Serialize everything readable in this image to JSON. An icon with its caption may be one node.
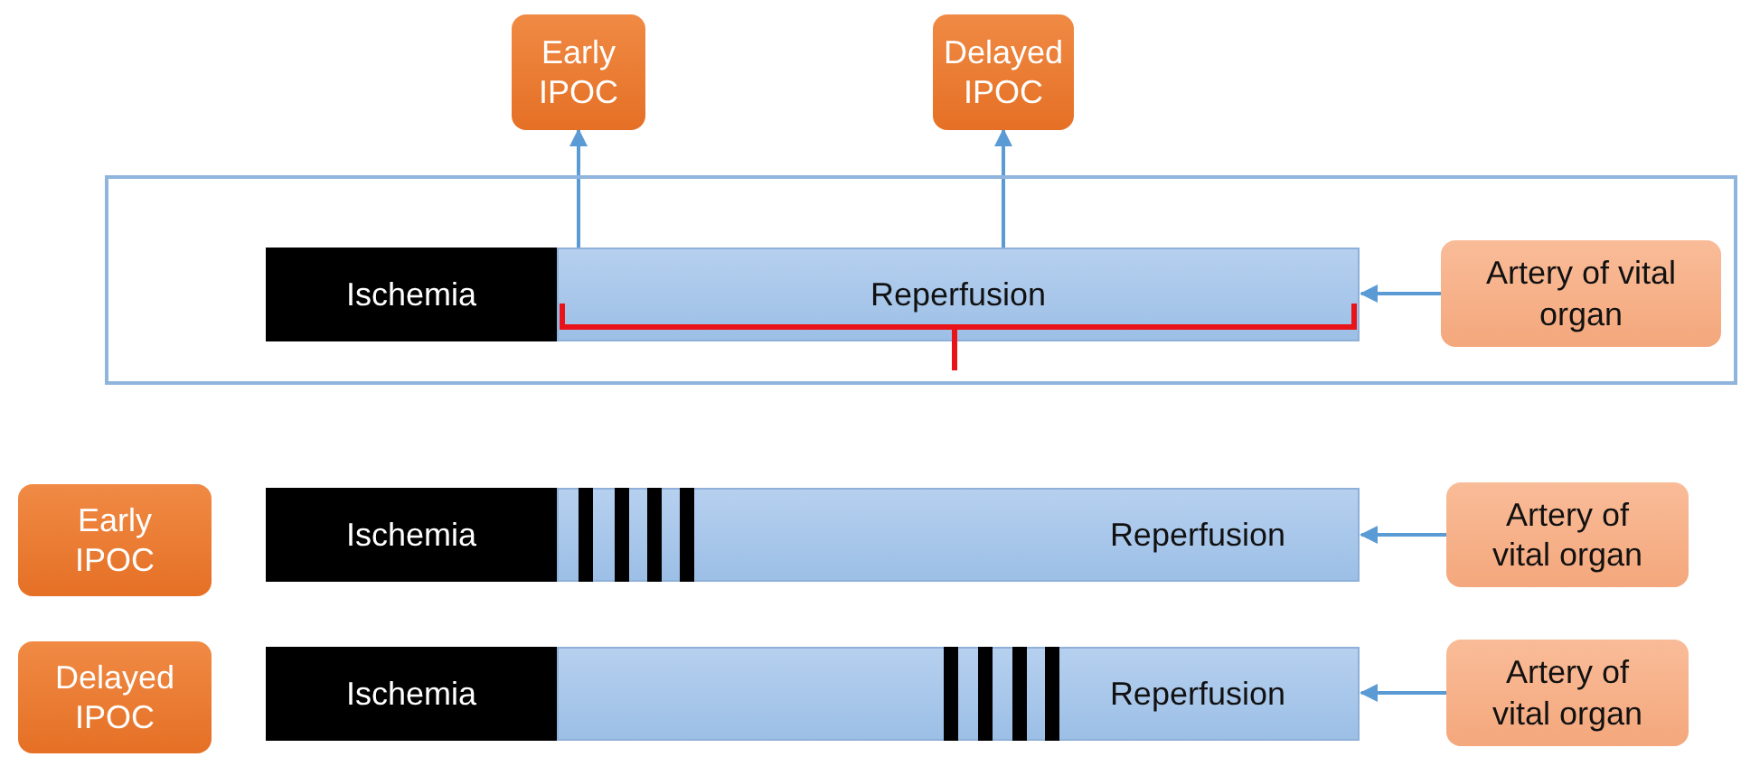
{
  "diagram": {
    "nodes": [
      {
        "text": [
          "Early IPOC"
        ]
      },
      {
        "text": [
          "Delayed IPOC"
        ]
      },
      {
        "text": [],
        "shape": "box"
      },
      {
        "text": [
          "Ischemia"
        ],
        "in": 2
      },
      {
        "text": [
          "Reperfusion"
        ],
        "in": 2
      },
      {
        "text": [
          "Artery of vital organ"
        ],
        "in": 2
      },
      {
        "text": [
          "Early IPOC"
        ]
      },
      {
        "text": [
          "Ischemia"
        ]
      },
      {
        "text": [
          "Reperfusion"
        ]
      },
      {
        "text": [
          "Artery of vital organ"
        ]
      },
      {
        "text": [
          "Delayed IPOC"
        ]
      },
      {
        "text": [
          "Ischemia"
        ]
      },
      {
        "text": [
          "Reperfusion"
        ]
      },
      {
        "text": [
          "Artery of vital organ"
        ]
      }
    ],
    "edges": [
      {
        "from": 4,
        "to": 0,
        "arrow": "to"
      },
      {
        "from": 4,
        "to": 1,
        "arrow": "to"
      },
      {
        "from": 5,
        "to": 4,
        "arrow": "to"
      },
      {
        "from": 9,
        "to": 8,
        "arrow": "to"
      },
      {
        "from": 13,
        "to": 12,
        "arrow": "to"
      }
    ]
  }
}
